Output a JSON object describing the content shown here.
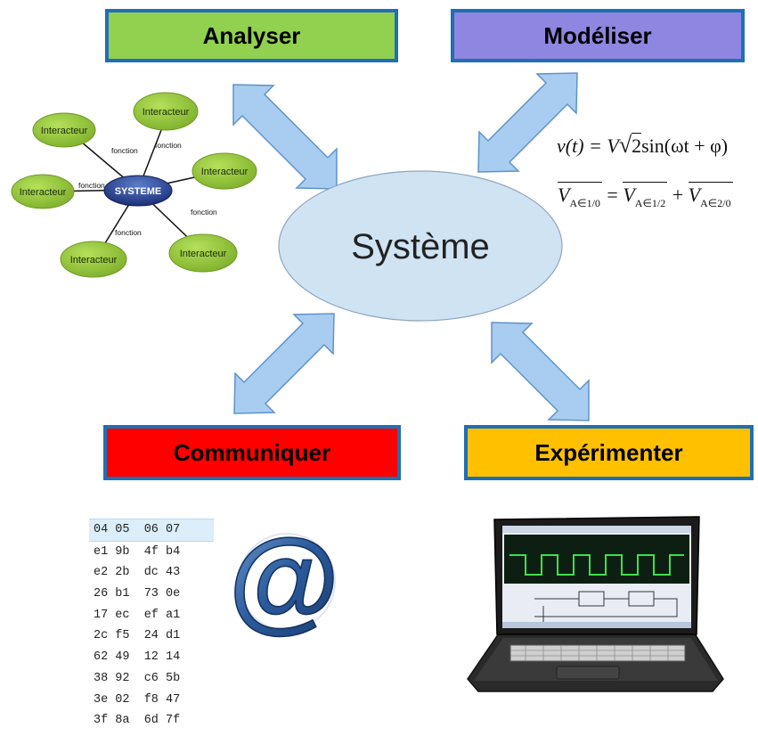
{
  "boxes": {
    "analyser": "Analyser",
    "modeliser": "Modéliser",
    "communiquer": "Communiquer",
    "experimenter": "Expérimenter"
  },
  "center": {
    "label": "Système"
  },
  "mindmap": {
    "center_label": "SYSTEME",
    "node_label": "Interacteur",
    "edge_label": "fonction"
  },
  "formulas": {
    "line1": {
      "left": "v(t) = V",
      "root": "2",
      "right": "sin(ωt + φ)"
    },
    "line2": {
      "v1": "V",
      "s1": "A∈1/0",
      "eq": "=",
      "v2": "V",
      "s2": "A∈1/2",
      "plus": "+",
      "v3": "V",
      "s3": "A∈2/0"
    }
  },
  "hex": {
    "header": "04 05  06 07",
    "rows": [
      "e1 9b  4f b4",
      "e2 2b  dc 43",
      "26 b1  73 0e",
      "17 ec  ef a1",
      "2c f5  24 d1",
      "62 49  12 14",
      "38 92  c6 5b",
      "3e 02  f8 47",
      "3f 8a  6d 7f"
    ]
  },
  "at_symbol": "@",
  "colors": {
    "border": "#1f6fb5",
    "analyser": "#92d050",
    "modeliser": "#8e86e0",
    "communiquer": "#ff0000",
    "experimenter": "#ffc000",
    "ellipse": "#cfe3f3",
    "arrow": "#a9cdf0",
    "node": "#92c83e"
  }
}
